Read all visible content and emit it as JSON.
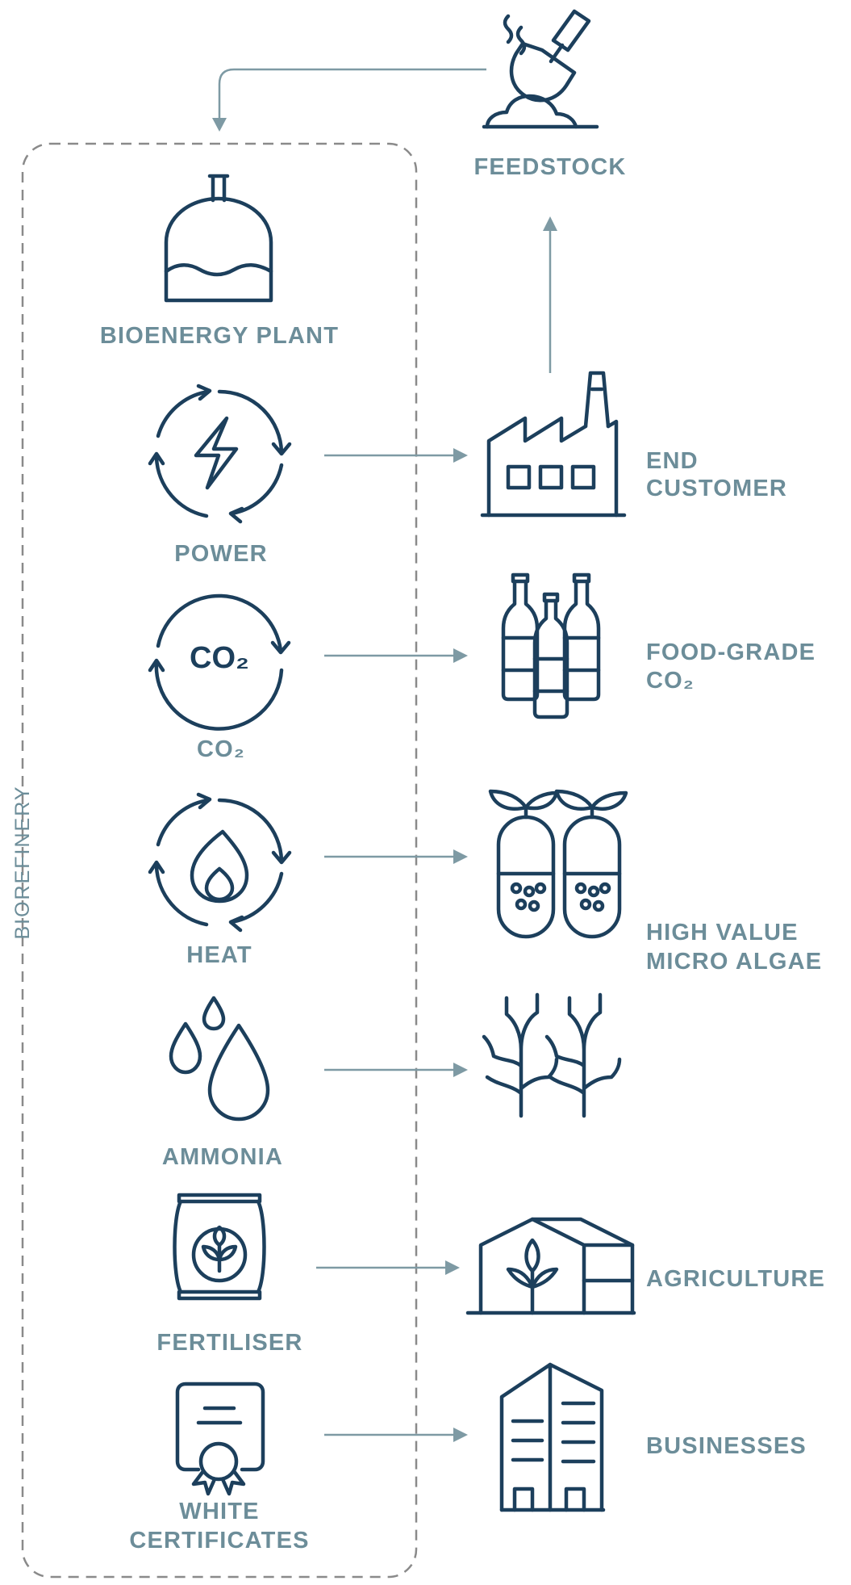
{
  "diagram": {
    "container_label": "BIOREFINERY",
    "source": {
      "label": "FEEDSTOCK",
      "icon": "shovel-soil-icon"
    },
    "plant": {
      "label": "BIOENERGY PLANT",
      "icon": "digester-tank-icon"
    },
    "outputs": [
      {
        "label": "POWER",
        "icon": "power-cycle-icon"
      },
      {
        "label": "CO₂",
        "icon": "co2-cycle-icon",
        "icon_text": "CO₂"
      },
      {
        "label": "HEAT",
        "icon": "heat-cycle-icon"
      },
      {
        "label": "AMMONIA",
        "icon": "droplets-icon"
      },
      {
        "label": "FERTILISER",
        "icon": "fertiliser-bag-icon"
      },
      {
        "label_line1": "WHITE",
        "label_line2": "CERTIFICATES",
        "icon": "certificate-icon"
      }
    ],
    "destinations": [
      {
        "label_line1": "END",
        "label_line2": "CUSTOMER",
        "icon": "factory-icon"
      },
      {
        "label_line1": "FOOD-GRADE",
        "label_line2": "CO₂",
        "icon": "bottles-icon"
      },
      {
        "label_line1": "HIGH VALUE",
        "label_line2": "MICRO ALGAE",
        "icons": [
          "algae-capsules-icon",
          "algae-branches-icon"
        ]
      },
      {
        "label": "AGRICULTURE",
        "icon": "greenhouse-icon"
      },
      {
        "label": "BUSINESSES",
        "icon": "office-building-icon"
      }
    ],
    "colors": {
      "icon_stroke": "#1c3f5c",
      "label_text": "#6c8d99",
      "arrow": "#7e9aa4",
      "container_border": "#8a8a8a"
    }
  }
}
